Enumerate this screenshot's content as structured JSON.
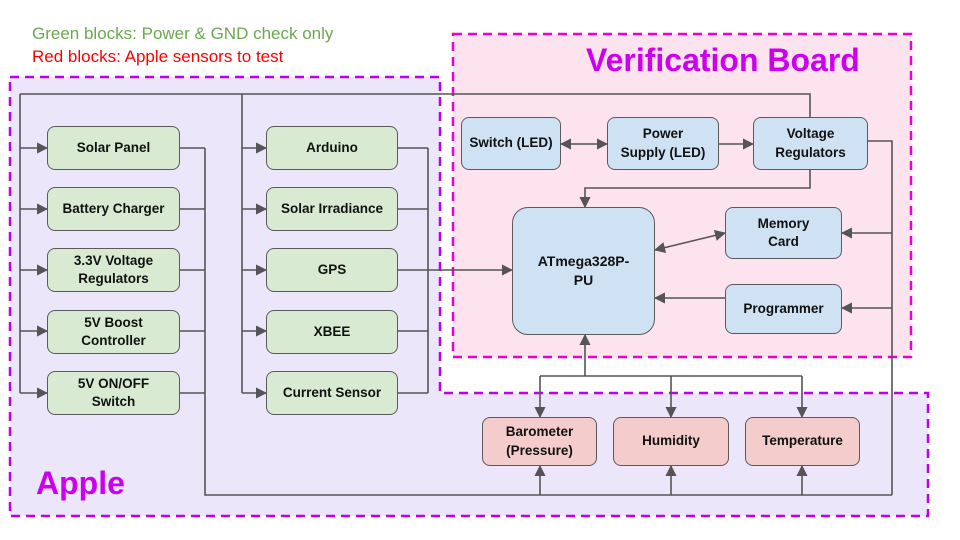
{
  "legend": {
    "green_text": "Green blocks: Power & GND check only",
    "red_text": "Red blocks: Apple sensors to test",
    "green_color": "#6aa84f",
    "red_color": "#ff0000"
  },
  "regions": {
    "verification_board_title": "Verification Board",
    "apple_title": "Apple",
    "verification_fill": "#fde3ee",
    "apple_fill": "#ece6fb",
    "outline_color": "#cc00ee"
  },
  "apple_blocks": {
    "solar_panel": "Solar Panel",
    "battery_charger": "Battery Charger",
    "regulators_3v3": "3.3V Voltage\nRegulators",
    "boost_5v": "5V Boost\nController",
    "onoff_5v": "5V ON/OFF\nSwitch",
    "arduino": "Arduino",
    "solar_irradiance": "Solar Irradiance",
    "gps": "GPS",
    "xbee": "XBEE",
    "current_sensor": "Current Sensor"
  },
  "board_blocks": {
    "switch_led": "Switch (LED)",
    "power_supply": "Power\nSupply (LED)",
    "voltage_regulators": "Voltage\nRegulators",
    "mcu": "ATmega328P-\nPU",
    "memory_card": "Memory\nCard",
    "programmer": "Programmer"
  },
  "sensor_blocks": {
    "barometer": "Barometer\n(Pressure)",
    "humidity": "Humidity",
    "temperature": "Temperature"
  }
}
